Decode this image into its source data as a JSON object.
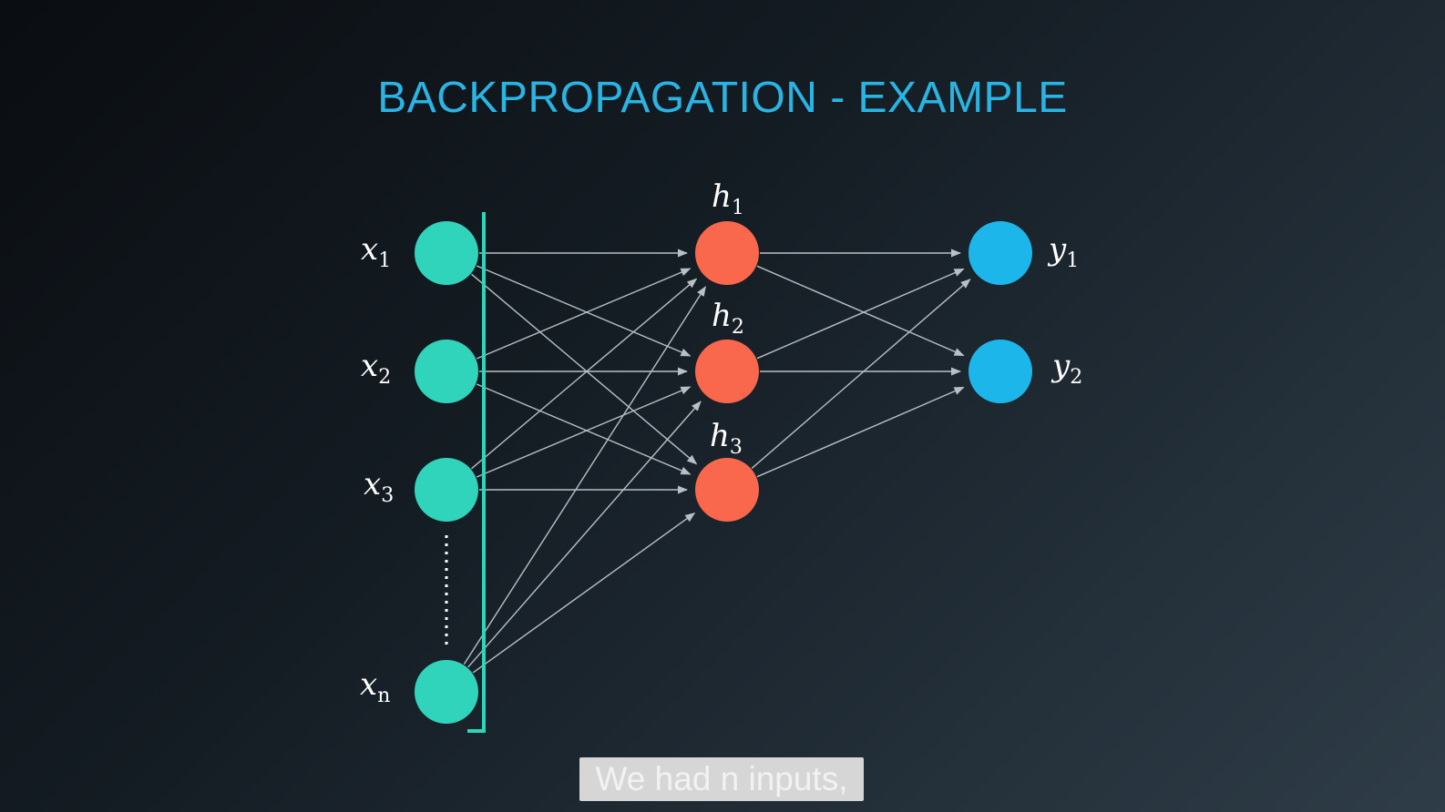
{
  "title": "BACKPROPAGATION - EXAMPLE",
  "caption": "We had n inputs,",
  "colors": {
    "title": "#2ab4e3",
    "input_node": "#2fd4bb",
    "hidden_node": "#f9674c",
    "output_node": "#1db6ea",
    "edge": "#b8c0c6",
    "bracket": "#2fd4bb"
  },
  "inputs": [
    {
      "var": "x",
      "sub": "1"
    },
    {
      "var": "x",
      "sub": "2"
    },
    {
      "var": "x",
      "sub": "3"
    },
    {
      "var": "x",
      "sub": "n"
    }
  ],
  "hidden": [
    {
      "var": "h",
      "sub": "1"
    },
    {
      "var": "h",
      "sub": "2"
    },
    {
      "var": "h",
      "sub": "3"
    }
  ],
  "outputs": [
    {
      "var": "y",
      "sub": "1"
    },
    {
      "var": "y",
      "sub": "2"
    }
  ]
}
